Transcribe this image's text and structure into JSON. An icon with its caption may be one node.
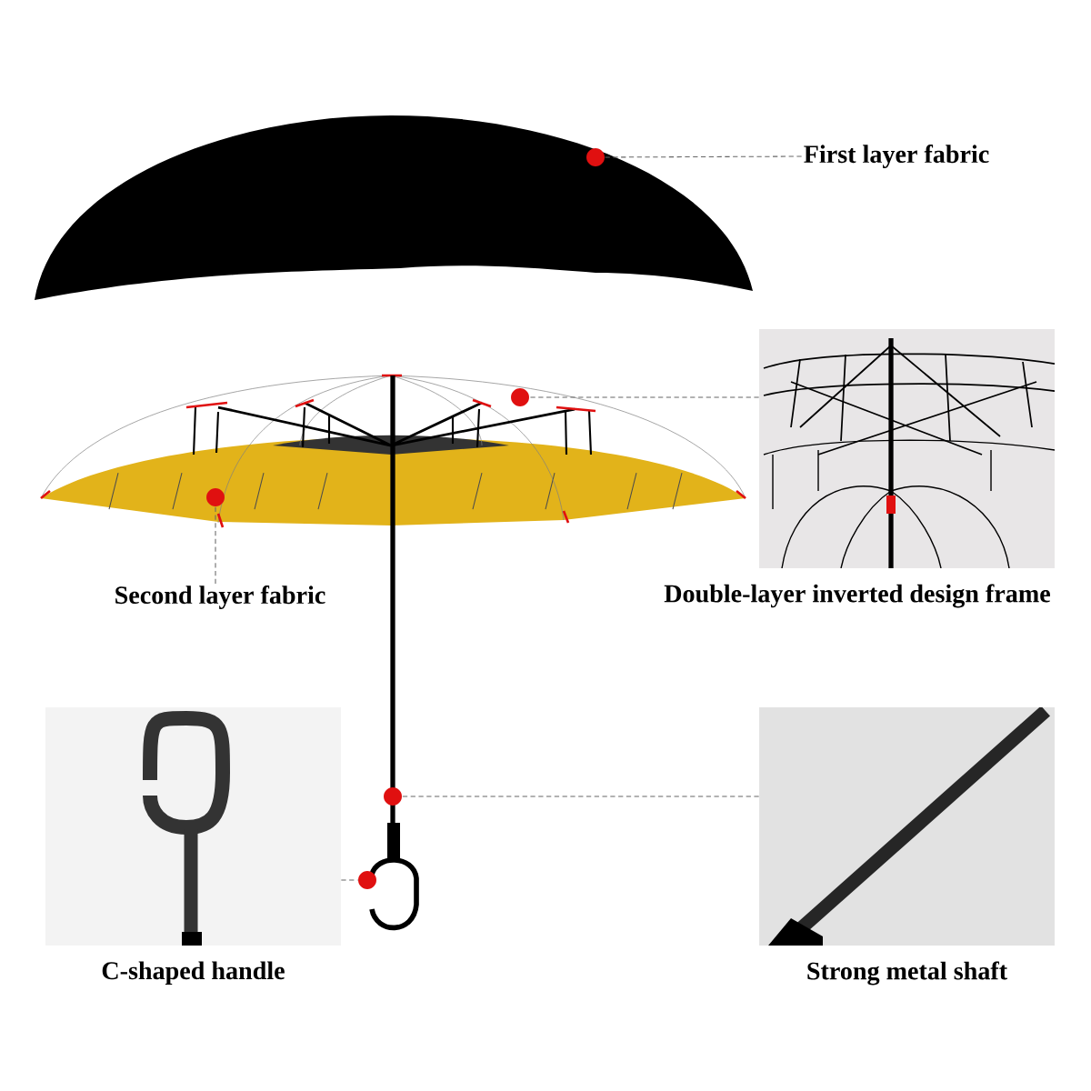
{
  "diagram": {
    "nodes": [
      {
        "text": [
          "First layer fabric"
        ]
      },
      {
        "text": [],
        "shape": "circle"
      },
      {
        "text": [
          "Second layer fabric"
        ]
      },
      {
        "text": [],
        "shape": "circle"
      },
      {
        "text": [
          "Double-layer inverted design frame"
        ]
      },
      {
        "text": [],
        "shape": "circle"
      },
      {
        "text": [
          "C-shaped handle"
        ]
      },
      {
        "text": [],
        "shape": "circle"
      },
      {
        "text": [
          "Strong metal shaft"
        ]
      },
      {
        "text": [],
        "shape": "circle"
      }
    ],
    "edges": [
      {
        "from": 0,
        "to": 1,
        "arrow": "none",
        "style": "dashed"
      },
      {
        "from": 2,
        "to": 3,
        "arrow": "none",
        "style": "dashed"
      },
      {
        "from": 4,
        "to": 5,
        "arrow": "none",
        "style": "dashed"
      },
      {
        "from": 6,
        "to": 7,
        "arrow": "none",
        "style": "dashed"
      },
      {
        "from": 8,
        "to": 9,
        "arrow": "none",
        "style": "dashed"
      }
    ]
  }
}
